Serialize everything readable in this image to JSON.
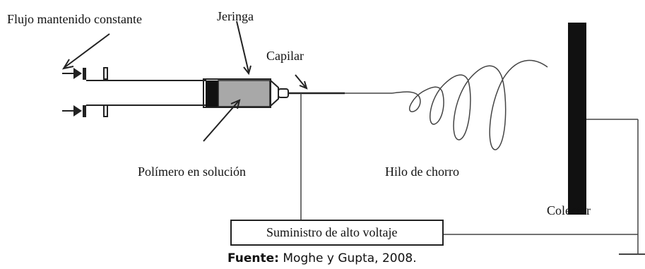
{
  "labels": {
    "flow": "Flujo mantenido constante",
    "syringe": "Jeringa",
    "capillary": "Capilar",
    "polymer": "Polímero en solución",
    "jet": "Hilo de chorro",
    "collector": "Colector",
    "supply": "Suministro de alto voltaje"
  },
  "source": {
    "prefix": "Fuente:",
    "text": " Moghe y Gupta, 2008."
  },
  "colors": {
    "line": "#222222",
    "polymer_fill": "#a8a8a8",
    "plunger": "#111111",
    "collector": "#111111"
  }
}
